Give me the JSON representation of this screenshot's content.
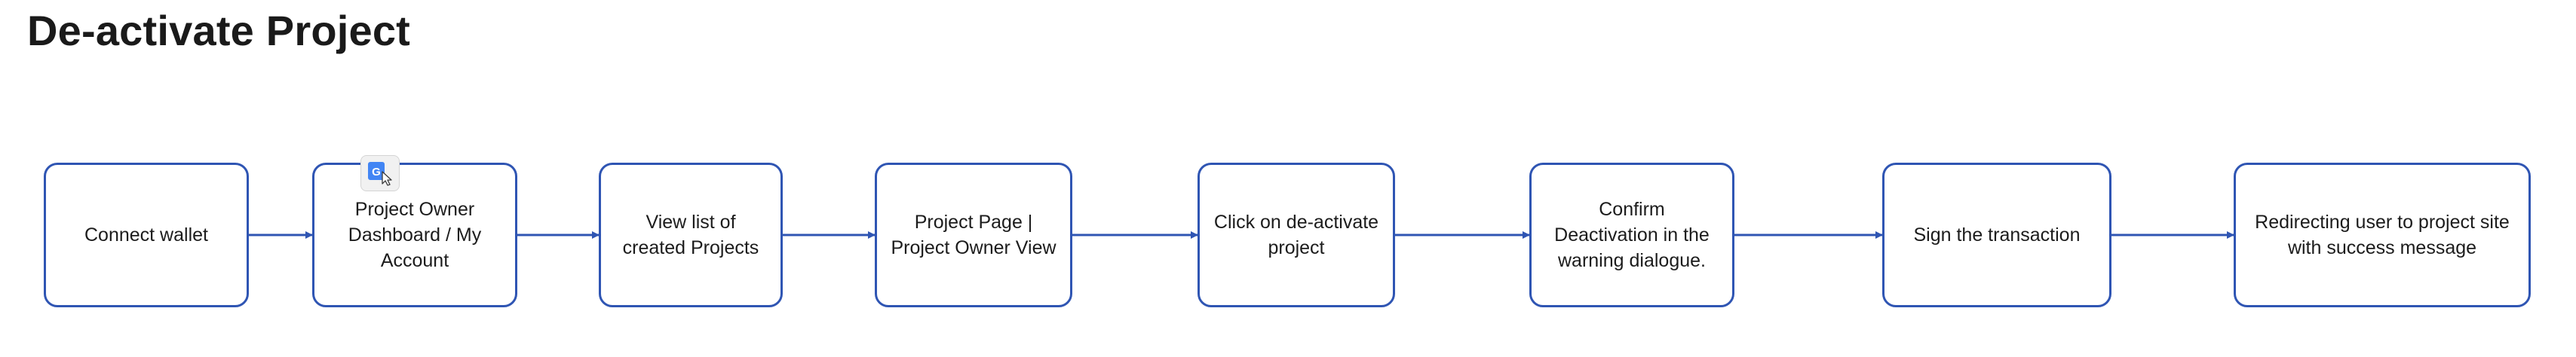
{
  "title": "De-activate Project",
  "colors": {
    "accent": "#2f55b3",
    "text": "#1c1c1c",
    "background": "#ffffff"
  },
  "badge_icon": "google-translate-icon",
  "steps": [
    {
      "label": "Connect wallet"
    },
    {
      "label": "Project Owner Dashboard / My Account"
    },
    {
      "label": "View list of created Projects"
    },
    {
      "label": "Project Page | Project Owner View"
    },
    {
      "label": "Click on de-activate project"
    },
    {
      "label": "Confirm Deactivation in the warning dialogue."
    },
    {
      "label": "Sign the transaction"
    },
    {
      "label": "Redirecting user to project site with success message"
    }
  ]
}
